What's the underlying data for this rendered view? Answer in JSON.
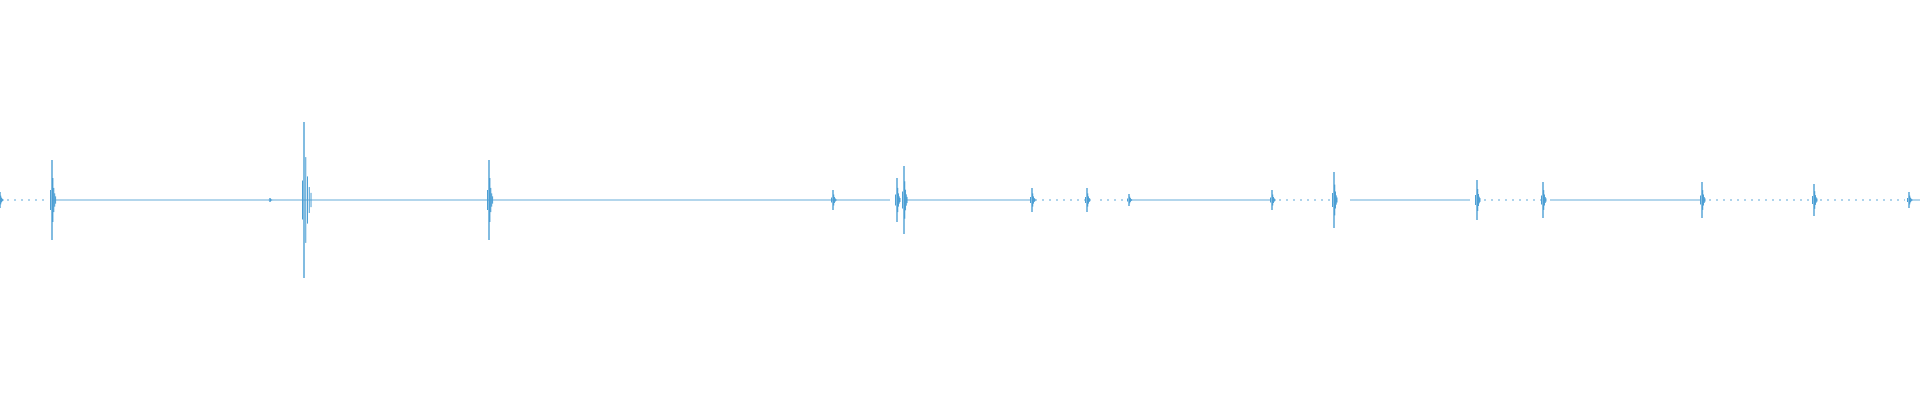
{
  "waveform": {
    "color": "#4c9fd4",
    "background": "#ffffff"
  },
  "chart_data": {
    "type": "line",
    "title": "",
    "xlabel": "",
    "ylabel": "",
    "grid": false,
    "legend": "none",
    "x_range": [
      0,
      1920
    ],
    "y_range": [
      -1,
      1
    ],
    "baseline": 0,
    "series": [
      {
        "transients": [
          {
            "x": 0,
            "amplitude": 0.04
          },
          {
            "x": 52,
            "amplitude": 0.2
          },
          {
            "x": 270,
            "amplitude": 0.01
          },
          {
            "x": 304,
            "amplitude": 0.39
          },
          {
            "x": 489,
            "amplitude": 0.2
          },
          {
            "x": 833,
            "amplitude": 0.05
          },
          {
            "x": 897,
            "amplitude": 0.11
          },
          {
            "x": 904,
            "amplitude": 0.17
          },
          {
            "x": 1032,
            "amplitude": 0.06
          },
          {
            "x": 1087,
            "amplitude": 0.06
          },
          {
            "x": 1129,
            "amplitude": 0.03
          },
          {
            "x": 1272,
            "amplitude": 0.05
          },
          {
            "x": 1334,
            "amplitude": 0.14
          },
          {
            "x": 1477,
            "amplitude": 0.1
          },
          {
            "x": 1543,
            "amplitude": 0.09
          },
          {
            "x": 1702,
            "amplitude": 0.09
          },
          {
            "x": 1814,
            "amplitude": 0.08
          },
          {
            "x": 1909,
            "amplitude": 0.04
          }
        ],
        "quiet_segments": [
          {
            "from": 0,
            "to": 48,
            "style": "dotted"
          },
          {
            "from": 52,
            "to": 304,
            "style": "solid"
          },
          {
            "from": 304,
            "to": 489,
            "style": "solid"
          },
          {
            "from": 489,
            "to": 890,
            "style": "solid"
          },
          {
            "from": 904,
            "to": 1030,
            "style": "solid"
          },
          {
            "from": 1035,
            "to": 1087,
            "style": "dotted"
          },
          {
            "from": 1100,
            "to": 1125,
            "style": "dotted"
          },
          {
            "from": 1129,
            "to": 1270,
            "style": "solid"
          },
          {
            "from": 1272,
            "to": 1334,
            "style": "dotted"
          },
          {
            "from": 1350,
            "to": 1470,
            "style": "solid"
          },
          {
            "from": 1477,
            "to": 1543,
            "style": "dotted"
          },
          {
            "from": 1550,
            "to": 1700,
            "style": "solid"
          },
          {
            "from": 1702,
            "to": 1814,
            "style": "dotted"
          },
          {
            "from": 1820,
            "to": 1905,
            "style": "dotted"
          },
          {
            "from": 1909,
            "to": 1920,
            "style": "solid"
          }
        ]
      }
    ]
  }
}
